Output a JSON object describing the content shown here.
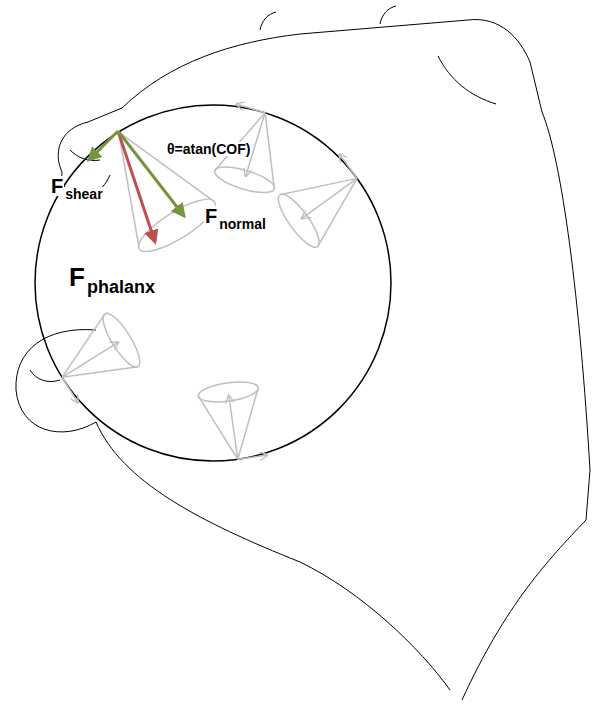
{
  "diagram": {
    "labels": [
      "F",
      "shear",
      "θ=atan(COF)",
      "F",
      "normal",
      "F",
      "phalanx"
    ]
  }
}
